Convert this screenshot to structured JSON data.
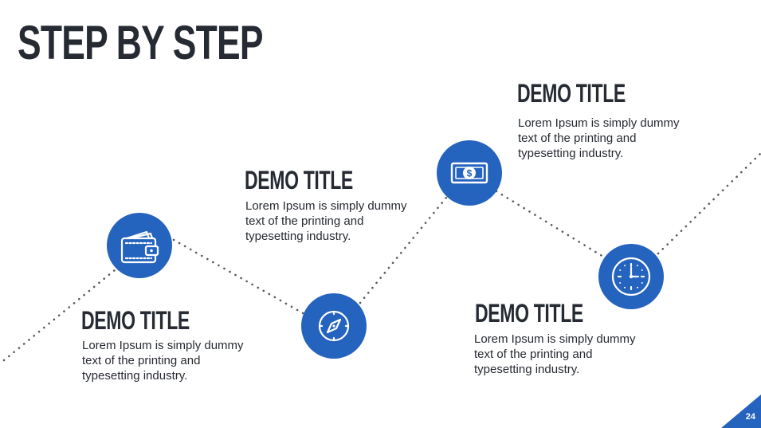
{
  "slide": {
    "title": "STEP BY STEP",
    "page_number": "24",
    "accent_color": "#2463be",
    "text_color": "#262a32"
  },
  "steps": [
    {
      "title": "DEMO TITLE",
      "body": "Lorem Ipsum is simply dummy text of the printing and typesetting industry.",
      "icon": "wallet-icon"
    },
    {
      "title": "DEMO TITLE",
      "body": "Lorem Ipsum is simply dummy text of the printing and typesetting industry.",
      "icon": "compass-icon"
    },
    {
      "title": "DEMO TITLE",
      "body": "Lorem Ipsum is simply dummy text of the printing and typesetting industry.",
      "icon": "money-icon"
    },
    {
      "title": "DEMO TITLE",
      "body": "Lorem Ipsum is simply dummy text of the printing and typesetting industry.",
      "icon": "clock-icon"
    }
  ]
}
